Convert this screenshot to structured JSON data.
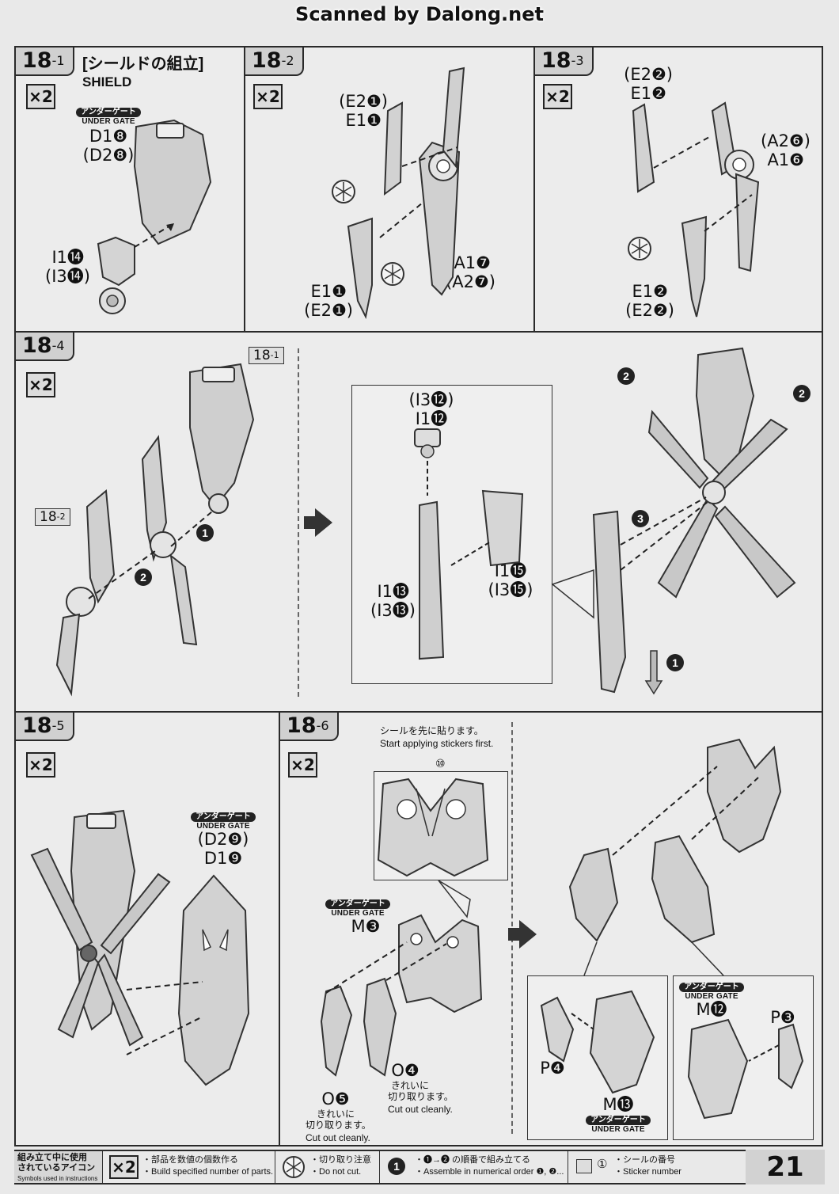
{
  "watermark": "Scanned by Dalong.net",
  "page_number": "21",
  "common": {
    "x2": "×2",
    "gate_jp": "アンダーゲート",
    "gate_en": "UNDER GATE"
  },
  "steps": {
    "s1": {
      "num": "18",
      "sub": "-1",
      "title_jp": "[シールドの組立]",
      "title_en": "SHIELD",
      "parts": [
        "D1❽",
        "(D2❽)",
        "I1⓮",
        "(I3⓮)"
      ]
    },
    "s2": {
      "num": "18",
      "sub": "-2",
      "parts": [
        "(E2❶)",
        "E1❶",
        "A1❼",
        "(A2❼)",
        "E1❶",
        "(E2❶)"
      ]
    },
    "s3": {
      "num": "18",
      "sub": "-3",
      "parts": [
        "(E2❷)",
        "E1❷",
        "(A2❻)",
        "A1❻",
        "E1❷",
        "(E2❷)"
      ]
    },
    "s4": {
      "num": "18",
      "sub": "-4",
      "ref1": "18",
      "ref1_sub": "-1",
      "ref2": "18",
      "ref2_sub": "-2",
      "parts": [
        "(I3⓬)",
        "I1⓬",
        "I1⓭",
        "(I3⓭)",
        "I1⓯",
        "(I3⓯)"
      ],
      "badges": [
        "1",
        "2",
        "3",
        "1",
        "2",
        "2"
      ]
    },
    "s5": {
      "num": "18",
      "sub": "-5",
      "parts": [
        "(D2❾)",
        "D1❾"
      ]
    },
    "s6": {
      "num": "18",
      "sub": "-6",
      "sticker_note_jp": "シールを先に貼ります。",
      "sticker_note_en": "Start applying stickers first.",
      "sticker_no": "⑩",
      "parts": [
        "M❸",
        "O❹",
        "O❺",
        "M⓬",
        "P❸",
        "P❹",
        "M⓭"
      ],
      "cut_jp1": "きれいに",
      "cut_jp2": "切り取ります。",
      "cut_en": "Cut out cleanly."
    }
  },
  "legend": {
    "title_jp1": "組み立て中に使用",
    "title_jp2": "されているアイコン",
    "title_en": "Symbols used in instructions",
    "x2_jp": "・部品を数値の個数作る",
    "x2_en": "・Build specified number of parts.",
    "cut_jp": "・切り取り注意",
    "cut_en": "・Do not cut.",
    "order_jp": "・❶→❷ の順番で組み立てる",
    "order_en": "・Assemble in numerical order ❶, ❷...",
    "sticker_glyph": "①",
    "sticker_jp": "・シールの番号",
    "sticker_en": "・Sticker number"
  }
}
